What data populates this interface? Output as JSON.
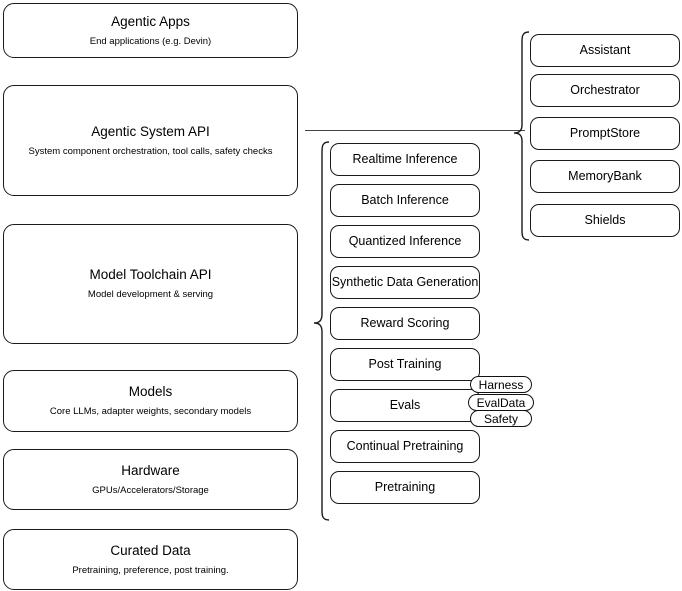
{
  "diagram": {
    "title": "Agentic stack layered architecture",
    "type": "block-diagram",
    "stroke_color": "#1a1a1a",
    "background_color": "#ffffff"
  },
  "layers": [
    {
      "id": "agentic-apps",
      "title": "Agentic Apps",
      "subtitle": "End applications (e.g. Devin)"
    },
    {
      "id": "agentic-system-api",
      "title": "Agentic System API",
      "subtitle": "System component orchestration, tool calls, safety checks"
    },
    {
      "id": "model-toolchain-api",
      "title": "Model Toolchain API",
      "subtitle": "Model development & serving"
    },
    {
      "id": "models",
      "title": "Models",
      "subtitle": "Core LLMs, adapter weights, secondary models"
    },
    {
      "id": "hardware",
      "title": "Hardware",
      "subtitle": "GPUs/Accelerators/Storage"
    },
    {
      "id": "curated-data",
      "title": "Curated Data",
      "subtitle": "Pretraining, preference, post training."
    }
  ],
  "toolchain_capabilities": [
    {
      "id": "realtime-inference",
      "label": "Realtime Inference"
    },
    {
      "id": "batch-inference",
      "label": "Batch Inference"
    },
    {
      "id": "quantized-inference",
      "label": "Quantized Inference"
    },
    {
      "id": "synthetic-data-generation",
      "label": "Synthetic Data Generation"
    },
    {
      "id": "reward-scoring",
      "label": "Reward Scoring"
    },
    {
      "id": "post-training",
      "label": "Post Training"
    },
    {
      "id": "evals",
      "label": "Evals"
    },
    {
      "id": "continual-pretraining",
      "label": "Continual Pretraining"
    },
    {
      "id": "pretraining",
      "label": "Pretraining"
    }
  ],
  "system_components": [
    {
      "id": "assistant",
      "label": "Assistant"
    },
    {
      "id": "orchestrator",
      "label": "Orchestrator"
    },
    {
      "id": "promptstore",
      "label": "PromptStore"
    },
    {
      "id": "memorybank",
      "label": "MemoryBank"
    },
    {
      "id": "shields",
      "label": "Shields"
    }
  ],
  "eval_tags": [
    {
      "id": "harness",
      "label": "Harness"
    },
    {
      "id": "evaldata",
      "label": "EvalData"
    },
    {
      "id": "safety",
      "label": "Safety"
    }
  ]
}
